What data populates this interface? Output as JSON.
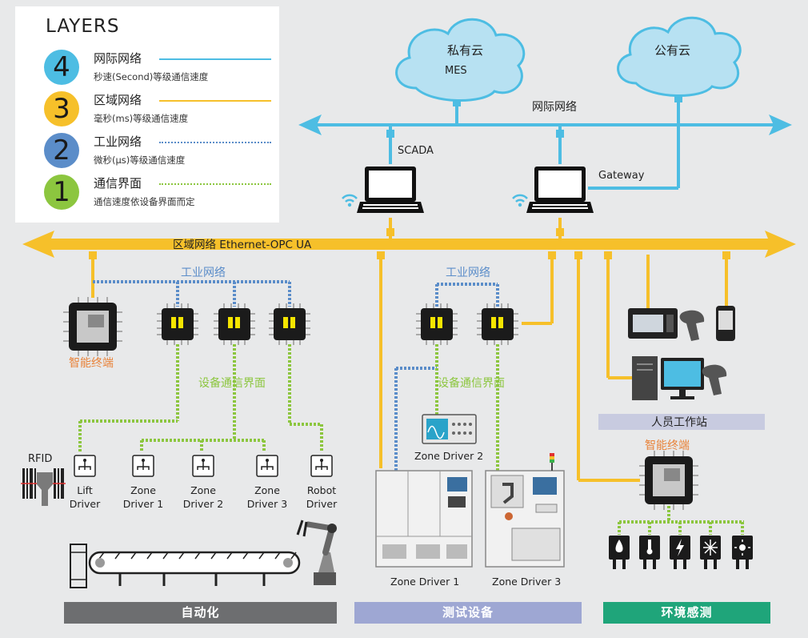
{
  "legend": {
    "title": "LAYERS",
    "layers": [
      {
        "number": "4",
        "name": "网际网络",
        "desc": "秒速(Second)等级通信速度",
        "color": "#4dbde3",
        "line_style": "solid"
      },
      {
        "number": "3",
        "name": "区域网络",
        "desc": "毫秒(ms)等级通信速度",
        "color": "#f6c02a",
        "line_style": "solid"
      },
      {
        "number": "2",
        "name": "工业网络",
        "desc": "微秒(µs)等级通信速度",
        "color": "#5b8dc9",
        "line_style": "dotted"
      },
      {
        "number": "1",
        "name": "通信界面",
        "desc": "通信速度依设备界面而定",
        "color": "#8cc63f",
        "line_style": "dotted"
      }
    ]
  },
  "clouds": {
    "private_cloud": "私有云",
    "private_sub": "MES",
    "public_cloud": "公有云"
  },
  "labels": {
    "internet": "网际网络",
    "scada": "SCADA",
    "gateway": "Gateway",
    "area_network": "区域网络  Ethernet-OPC UA",
    "industrial_left": "工业网络",
    "industrial_mid": "工业网络",
    "smart_terminal_left": "智能终端",
    "smart_terminal_right": "智能终端",
    "device_if_left": "设备通信界面",
    "device_if_mid": "设备通信界面",
    "rfid": "RFID",
    "personnel_station": "人员工作站",
    "zone2_mid": "Zone Driver 2",
    "zone1_bottom": "Zone Driver 1",
    "zone3_bottom": "Zone Driver 3"
  },
  "drivers": [
    {
      "line1": "Lift",
      "line2": "Driver"
    },
    {
      "line1": "Zone",
      "line2": "Driver 1"
    },
    {
      "line1": "Zone",
      "line2": "Driver 2"
    },
    {
      "line1": "Zone",
      "line2": "Driver 3"
    },
    {
      "line1": "Robot",
      "line2": "Driver"
    }
  ],
  "sections": [
    {
      "label": "自动化",
      "color": "#6d6e70"
    },
    {
      "label": "测试设备",
      "color": "#9ea7d3"
    },
    {
      "label": "环境感测",
      "color": "#1fa57a"
    }
  ],
  "colors": {
    "internet": "#4dbde3",
    "area": "#f6c02a",
    "industrial": "#5b8dc9",
    "interface": "#8cc63f",
    "orange_text": "#e8833a"
  }
}
